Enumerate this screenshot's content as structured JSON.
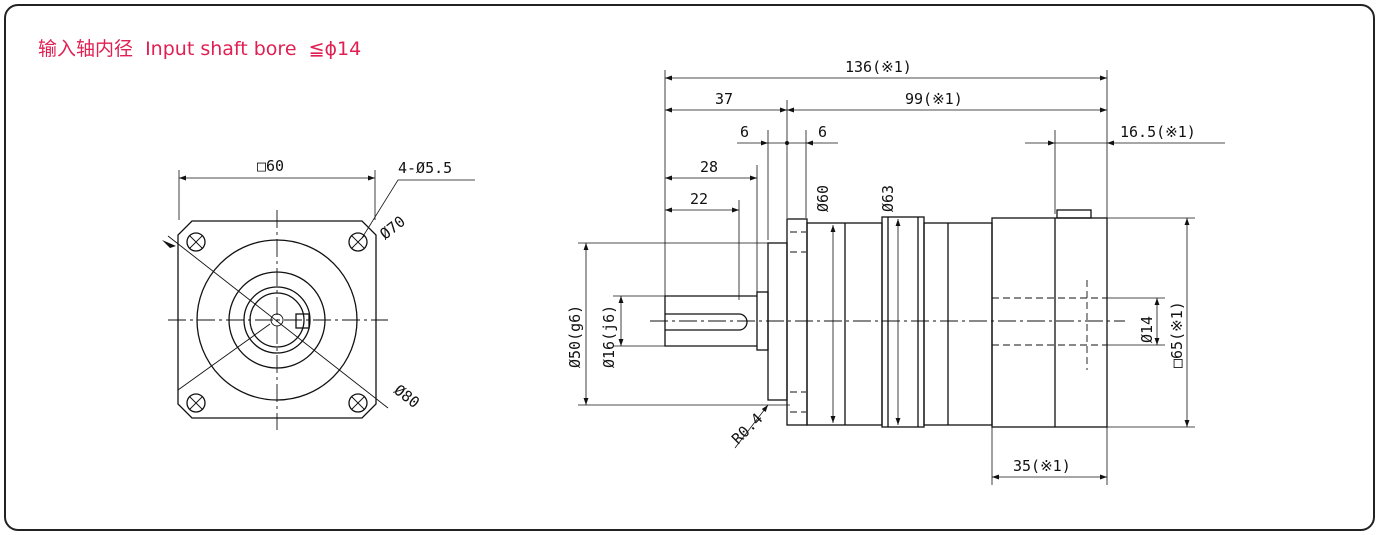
{
  "title": "输入轴内径  Input shaft bore  ≦ϕ14",
  "front_view": {
    "square": "□60",
    "holes": "4-Ø5.5",
    "pcd": "Ø70",
    "outer": "Ø80"
  },
  "side_view": {
    "overall": "136(※1)",
    "shaft_section": "37",
    "body_section": "99(※1)",
    "flange_left": "6",
    "flange_right": "6",
    "input_offset": "16.5(※1)",
    "shaft_28": "28",
    "shaft_22": "22",
    "pilot_dia": "Ø60",
    "ring_dia": "Ø63",
    "spigot": "Ø50(g6)",
    "shaft_dia": "Ø16(j6)",
    "bore": "Ø14",
    "housing": "□65(※1)",
    "fillet": "R0.4",
    "input_len": "35(※1)"
  }
}
